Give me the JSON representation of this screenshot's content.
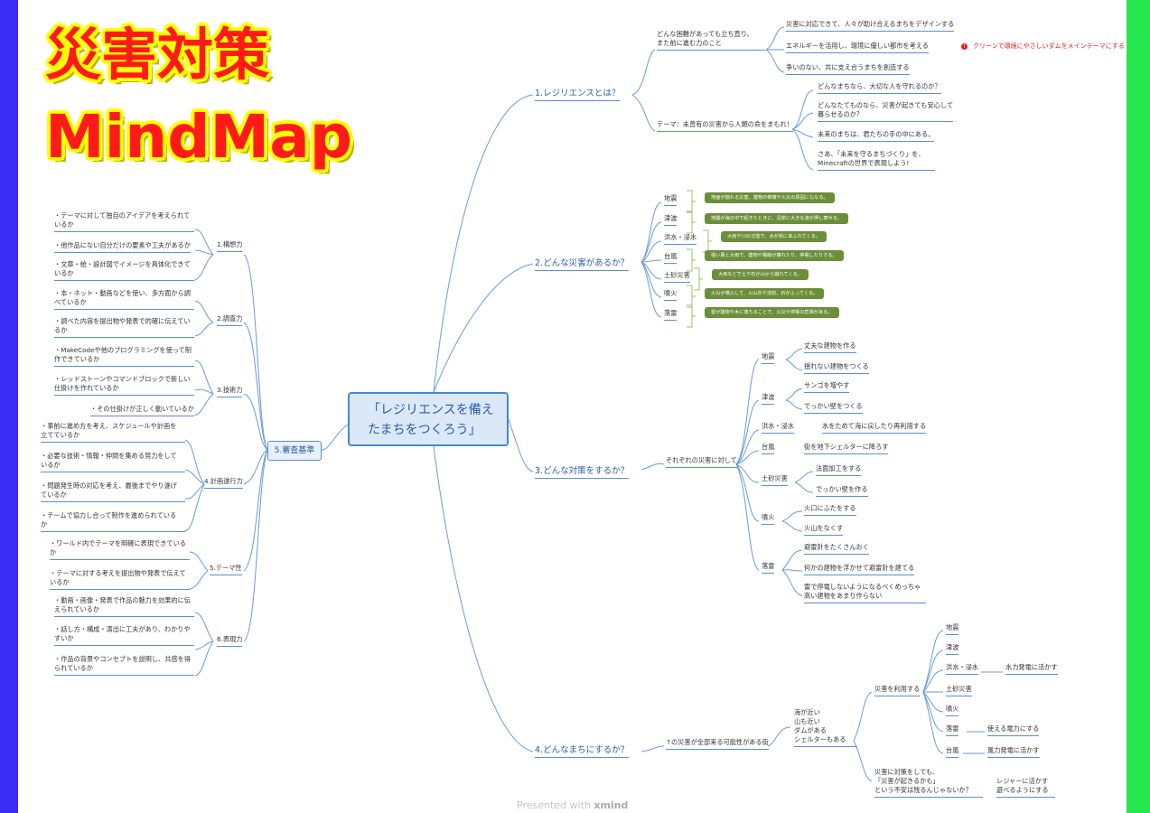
{
  "title": {
    "line1": "災害対策",
    "line2": "MindMap"
  },
  "center": {
    "line1": "「レジリエンスを備え",
    "line2": "たまちをつくろう」"
  },
  "b1": {
    "title": "1.レジリエンスとは？",
    "def1": "どんな困難があっても立ち直り、",
    "def2": "また前に進む力のこと",
    "items": [
      "災害に対応できて、人々が助け合えるまちをデザインする",
      "エネルギーを活用し、環境に優しい都市を考える",
      "争いのない、共に支え合うまちを創造する"
    ],
    "warning": "クリーンで環境にやさしいダムをメインテーマにする",
    "theme": "テーマ：未曾有の災害から人類の命をまもれ！",
    "theme_items": [
      "どんなまちなら、大切な人を守れるのか？",
      "どんなたてものなら、災害が起きても安心して",
      "暮らせるのか？",
      "未来のまちは、君たちの手の中にある。",
      "さあ、「未来を守るまちづくり」を、",
      "Minecraftの世界で表現しよう!"
    ]
  },
  "b2": {
    "title": "2.どんな災害があるか？",
    "disasters": [
      {
        "name": "地震",
        "desc": "地面が揺れる災害。建物の倒壊や火災の原因にもなる。"
      },
      {
        "name": "津波",
        "desc": "地震が海の中で起きたときに、沿岸に大きな波が押し寄せる。"
      },
      {
        "name": "洪水・浸水",
        "desc": "大雨や川の氾濫で、水が街にあふれてくる。"
      },
      {
        "name": "台風",
        "desc": "強い風と大雨で、建物や電線が壊れたり、停電したりする。"
      },
      {
        "name": "土砂災害",
        "desc": "大雨などで土や石が山から崩れてくる。"
      },
      {
        "name": "噴火",
        "desc": "火山が噴火して、火山灰や溶岩、石がふってくる。"
      },
      {
        "name": "落雷",
        "desc": "雷が建物や木に落ちることで、火災や停電の危険がある。"
      }
    ]
  },
  "b3": {
    "title": "3.どんな対策をするか？",
    "subtitle": "それぞれの災害に対して",
    "d": [
      {
        "name": "地震",
        "m1": "丈夫な建物を作る",
        "m2": "揺れない建物をつくる"
      },
      {
        "name": "津波",
        "m1": "サンゴを増やす",
        "m2": "でっかい壁をつくる"
      },
      {
        "name": "洪水・浸水",
        "m1": "水をためて海に戻したり再利用する"
      },
      {
        "name": "台風",
        "m1": "街を地下シェルターに降ろす"
      },
      {
        "name": "土砂災害",
        "m1": "法面加工をする",
        "m2": "でっかい壁を作る"
      },
      {
        "name": "噴火",
        "m1": "火口にふたをする",
        "m2": "火山をなくす"
      },
      {
        "name": "落雷",
        "m1": "避雷針をたくさんおく",
        "m2": "何かの建物を浮かせて避雷針を建てる",
        "m3a": "雷で停電しないようになるべくめっちゃ",
        "m3b": "高い建物をあまり作らない"
      }
    ]
  },
  "b4": {
    "title": "4.どんなまちにするか？",
    "subtitle": "↑の災害が全部来る可能性がある街",
    "features": [
      "海が近い",
      "山も近い",
      "ダムがある",
      "シェルターもある"
    ],
    "use": "災害を利用する",
    "use_items": [
      "地震",
      "津波",
      "洪水・浸水",
      "土砂災害",
      "噴火",
      "落雷",
      "台風"
    ],
    "use_notes": [
      "水力発電に活かす",
      "使える電力にする",
      "風力発電に活かす"
    ],
    "concern": [
      "災害に対策をしても、",
      "「災害が起きるかも」",
      "という不安は残るんじゃないか？"
    ],
    "answer": [
      "レジャーに活かす",
      "遊べるようにする"
    ]
  },
  "b5": {
    "title": "5.審査基準",
    "g": [
      "1.構想力",
      "2.調査力",
      "3.技術力",
      "4.計画遂行力",
      "5.テーマ性",
      "6.表現力"
    ],
    "i": [
      [
        "・テーマに対して独自のアイデアを考えられて",
        "いるか"
      ],
      [
        "・他作品にない自分だけの要素や工夫があるか"
      ],
      [
        "・文章・絵・設計図でイメージを具体化できて",
        "いるか"
      ],
      [
        "・本・ネット・動画などを使い、多方面から調",
        "べているか"
      ],
      [
        "・調べた内容を提出物や発表で的確に伝えてい",
        "るか"
      ],
      [
        "・MakeCodeや他のプログラミングを使って制",
        "作できているか"
      ],
      [
        "・レッドストーンやコマンドブロックで新しい",
        "仕掛けを作れているか"
      ],
      [
        "・その仕掛けが正しく動いているか"
      ],
      [
        "・事前に進め方を考え、スケジュールや計画を",
        "立てているか"
      ],
      [
        "・必要な技術・情報・仲間を集める努力をして",
        "いるか"
      ],
      [
        "・問題発生時の対応を考え、最後までやり遂げ",
        "ているか"
      ],
      [
        "・チームで協力し合って制作を進められている",
        "か"
      ],
      [
        "・ワールド内でテーマを明確に表現できている",
        "か"
      ],
      [
        "・テーマに対する考えを提出物や発表で伝えて",
        "いるか"
      ],
      [
        "・動画・画像・発表で作品の魅力を効果的に伝",
        "えられているか"
      ],
      [
        "・話し方・構成・演出に工夫があり、わかりや",
        "すいか"
      ],
      [
        "・作品の背景やコンセプトを説明し、共感を得",
        "られているか"
      ]
    ]
  },
  "footer": {
    "presented": "Presented with",
    "brand": "xmind"
  }
}
